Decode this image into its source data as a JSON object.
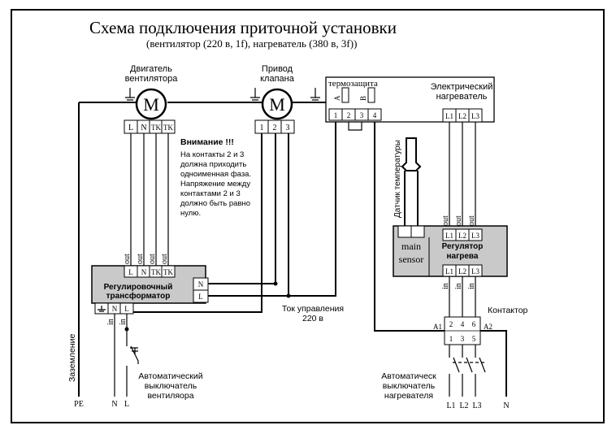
{
  "title": "Схема подключения приточной установки",
  "subtitle": "(вентилятор (220 в, 1f), нагреватель (380 в, 3f))",
  "motor_symbol": "M",
  "fan_motor": {
    "label_line1": "Двигатель",
    "label_line2": "вентилятора",
    "terminals": [
      "L",
      "N",
      "TK",
      "TK"
    ]
  },
  "valve_drive": {
    "label_line1": "Привод",
    "label_line2": "клапана",
    "terminals": [
      "1",
      "2",
      "3"
    ]
  },
  "thermal_protection": {
    "label": "термозащита",
    "terminals": [
      "1",
      "2",
      "3",
      "4"
    ],
    "pair_labels": [
      "A",
      "B"
    ]
  },
  "electric_heater": {
    "label_line1": "Электрический",
    "label_line2": "нагреватель",
    "terminals": [
      "L1",
      "L2",
      "L3"
    ]
  },
  "warning": {
    "heading": "Внимание !!!",
    "lines": [
      "На контакты 2 и 3",
      "должна приходить",
      "одноименная фаза.",
      "Напряжение между",
      "контактами 2 и 3",
      "должно быть равно",
      "нулю."
    ]
  },
  "temperature_sensor": {
    "label": "Датчик температуры"
  },
  "heat_regulator": {
    "label_line1": "Регулятор",
    "label_line2": "нагрева",
    "sensor_label_line1": "main",
    "sensor_label_line2": "sensor",
    "top_terminals": [
      "L1",
      "L2",
      "L3"
    ],
    "bottom_terminals": [
      "L1",
      "L2",
      "L3"
    ],
    "out_label": "out",
    "in_label": "in"
  },
  "transformer": {
    "label_line1": "Регулировочный",
    "label_line2": "трансформатор",
    "top_terminals": [
      "L",
      "N",
      "TK",
      "TK"
    ],
    "side_terminals": [
      "N",
      "L"
    ],
    "bottom_terminals": [
      "N",
      "L"
    ],
    "out_label": "out",
    "in_label": "in"
  },
  "control_current": {
    "line1": "Ток управления",
    "line2": "220 в"
  },
  "contactor": {
    "label": "Контактор",
    "top_terminals": [
      "2",
      "4",
      "6"
    ],
    "bottom_terminals": [
      "1",
      "3",
      "5"
    ],
    "coil_terminals": [
      "A1",
      "A2"
    ]
  },
  "fan_breaker": {
    "line1": "Автоматический",
    "line2": "выключатель",
    "line3": "вентиляора"
  },
  "heater_breaker": {
    "line1": "Автоматическ",
    "line2": "выключатель",
    "line3": "нагревателя"
  },
  "grounding": {
    "label": "Заземление"
  },
  "mains_left": [
    "PE",
    "N",
    "L"
  ],
  "mains_right": [
    "L1",
    "L2",
    "L3",
    "N"
  ]
}
